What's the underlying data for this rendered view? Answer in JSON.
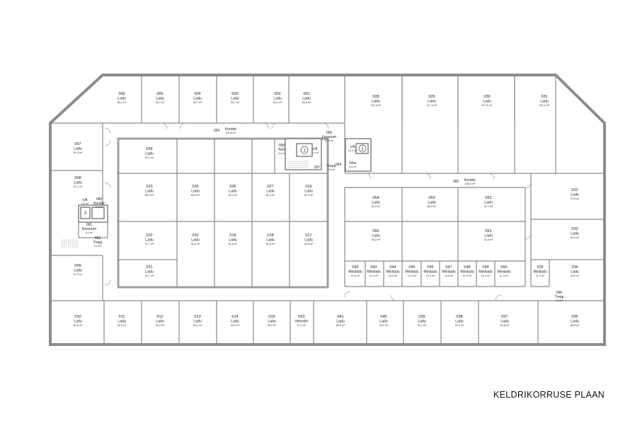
{
  "title": "KELDRIKORRUSE PLAAN",
  "rooms": [
    {
      "no": "006",
      "type": "Ladu",
      "area": "69,1 m²"
    },
    {
      "no": "005",
      "type": "Ladu",
      "area": "39,7 m²"
    },
    {
      "no": "004",
      "type": "Ladu",
      "area": "39,7 m²"
    },
    {
      "no": "003",
      "type": "Ladu",
      "area": "39,7 m²"
    },
    {
      "no": "002",
      "type": "Ladu",
      "area": "33,2 m²"
    },
    {
      "no": "001",
      "type": "Ladu",
      "area": "69,4 m²"
    },
    {
      "no": "028",
      "type": "Ladu",
      "area": "101,5 m²"
    },
    {
      "no": "029",
      "type": "Ladu",
      "area": "117,0 m²"
    },
    {
      "no": "030",
      "type": "Ladu",
      "area": "117,6 m²"
    },
    {
      "no": "031",
      "type": "Ladu",
      "area": "101,0 m²"
    },
    {
      "no": "007",
      "type": "Ladu",
      "area": "50,3 m²"
    },
    {
      "no": "008",
      "type": "Ladu",
      "area": "57,1 m²"
    },
    {
      "no": "009",
      "type": "Ladu",
      "area": "47,0 m²"
    },
    {
      "no": "010",
      "type": "Ladu",
      "area": "62,5 m²"
    },
    {
      "no": "024",
      "type": "Ladu",
      "area": "41,2 m²"
    },
    {
      "no": "023",
      "type": "Ladu",
      "area": "39,9 m²"
    },
    {
      "no": "025",
      "type": "Ladu",
      "area": "64,2 m²"
    },
    {
      "no": "026",
      "type": "Ladu",
      "area": "64,2 m²"
    },
    {
      "no": "027",
      "type": "Ladu",
      "area": "61,5 m²"
    },
    {
      "no": "016",
      "type": "Ladu",
      "area": "40,9 m²"
    },
    {
      "no": "022",
      "type": "Ladu",
      "area": "47,7 m²"
    },
    {
      "no": "020",
      "type": "Ladu",
      "area": "51,8 m²"
    },
    {
      "no": "019",
      "type": "Ladu",
      "area": "51,8 m²"
    },
    {
      "no": "018",
      "type": "Ladu",
      "area": "51,8 m²"
    },
    {
      "no": "017",
      "type": "Ladu",
      "area": "34,8 m²"
    },
    {
      "no": "021",
      "type": "Ladu",
      "area": "32,7 m²"
    },
    {
      "no": "011",
      "type": "Ladu",
      "area": "33,2 m²"
    },
    {
      "no": "012",
      "type": "Ladu",
      "area": "33,2 m²"
    },
    {
      "no": "013",
      "type": "Ladu",
      "area": "33,2 m²"
    },
    {
      "no": "014",
      "type": "Ladu",
      "area": "33,2 m²"
    },
    {
      "no": "015",
      "type": "Ladu",
      "area": "33,2 m²"
    },
    {
      "no": "063",
      "type": "Veeodm",
      "area": "17,1 m²"
    },
    {
      "no": "041",
      "type": "Ladu",
      "area": "46,5 m²"
    },
    {
      "no": "040",
      "type": "Ladu",
      "area": "33,2 m²"
    },
    {
      "no": "039",
      "type": "Ladu",
      "area": "33,2 m²"
    },
    {
      "no": "038",
      "type": "Ladu",
      "area": "33,2 m²"
    },
    {
      "no": "037",
      "type": "Ladu",
      "area": "52,8 m²"
    },
    {
      "no": "036",
      "type": "Ladu",
      "area": "66,8 m²"
    },
    {
      "no": "054",
      "type": "Ladu",
      "area": "40,2 m²"
    },
    {
      "no": "053",
      "type": "Ladu",
      "area": "86,9 m²"
    },
    {
      "no": "052",
      "type": "Ladu",
      "area": "41,1 m²"
    },
    {
      "no": "055",
      "type": "Ladu",
      "area": "46,3 m²"
    },
    {
      "no": "051",
      "type": "Ladu",
      "area": "41,6 m²"
    },
    {
      "no": "032",
      "type": "Ladu",
      "area": "70,8 m²"
    },
    {
      "no": "033",
      "type": "Ladu",
      "area": "63,5 m²"
    },
    {
      "no": "034",
      "type": "Ladu",
      "area": "34,6 m²"
    },
    {
      "no": "035",
      "type": "Miniladu",
      "area": "11,9 m²"
    },
    {
      "no": "042",
      "type": "Miniladu",
      "area": "10,6 m²"
    },
    {
      "no": "043",
      "type": "Miniladu",
      "area": "10,3 m²"
    },
    {
      "no": "044",
      "type": "Miniladu",
      "area": "10,3 m²"
    },
    {
      "no": "045",
      "type": "Miniladu",
      "area": "10,3 m²"
    },
    {
      "no": "046",
      "type": "Miniladu",
      "area": "10,2 m²"
    },
    {
      "no": "047",
      "type": "Miniladu",
      "area": "10,3 m²"
    },
    {
      "no": "048",
      "type": "Miniladu",
      "area": "10,3 m²"
    },
    {
      "no": "049",
      "type": "Miniladu",
      "area": "10,3 m²"
    },
    {
      "no": "050",
      "type": "Miniladu",
      "area": "11,3 m²"
    }
  ],
  "core": [
    {
      "no": "059",
      "type": "Koridor",
      "area": "201,8 m²"
    },
    {
      "no": "056",
      "type": "Eesruum",
      "area": "37,0 m²"
    },
    {
      "no": "058",
      "type": "Tehn",
      "area": "3,4 m²"
    },
    {
      "no": "057",
      "type": "Trepp",
      "area": "5,0 m²"
    },
    {
      "no": "064",
      "type": "Tehn",
      "area": "4,3 m²"
    },
    {
      "no": "065",
      "type": "Koridor",
      "area": "182,8 m²"
    },
    {
      "no": "061",
      "type": "Eesruum",
      "area": "6,2 m²"
    },
    {
      "no": "062",
      "type": "Trepp",
      "area": "6,2 m²"
    },
    {
      "no": "066",
      "type": "Trepp",
      "area": "4,4 m²"
    },
    {
      "no": "060",
      "type": "Koridor",
      "area": "2,0 m²"
    }
  ],
  "lifts": [
    {
      "label": "Lift",
      "area": "7,2 m²",
      "badge": "1"
    },
    {
      "label": "Lift",
      "area": "10,3 m²",
      "badge": "2"
    },
    {
      "label": "Lift",
      "area": "2,4 m²",
      "badge": "3"
    }
  ]
}
